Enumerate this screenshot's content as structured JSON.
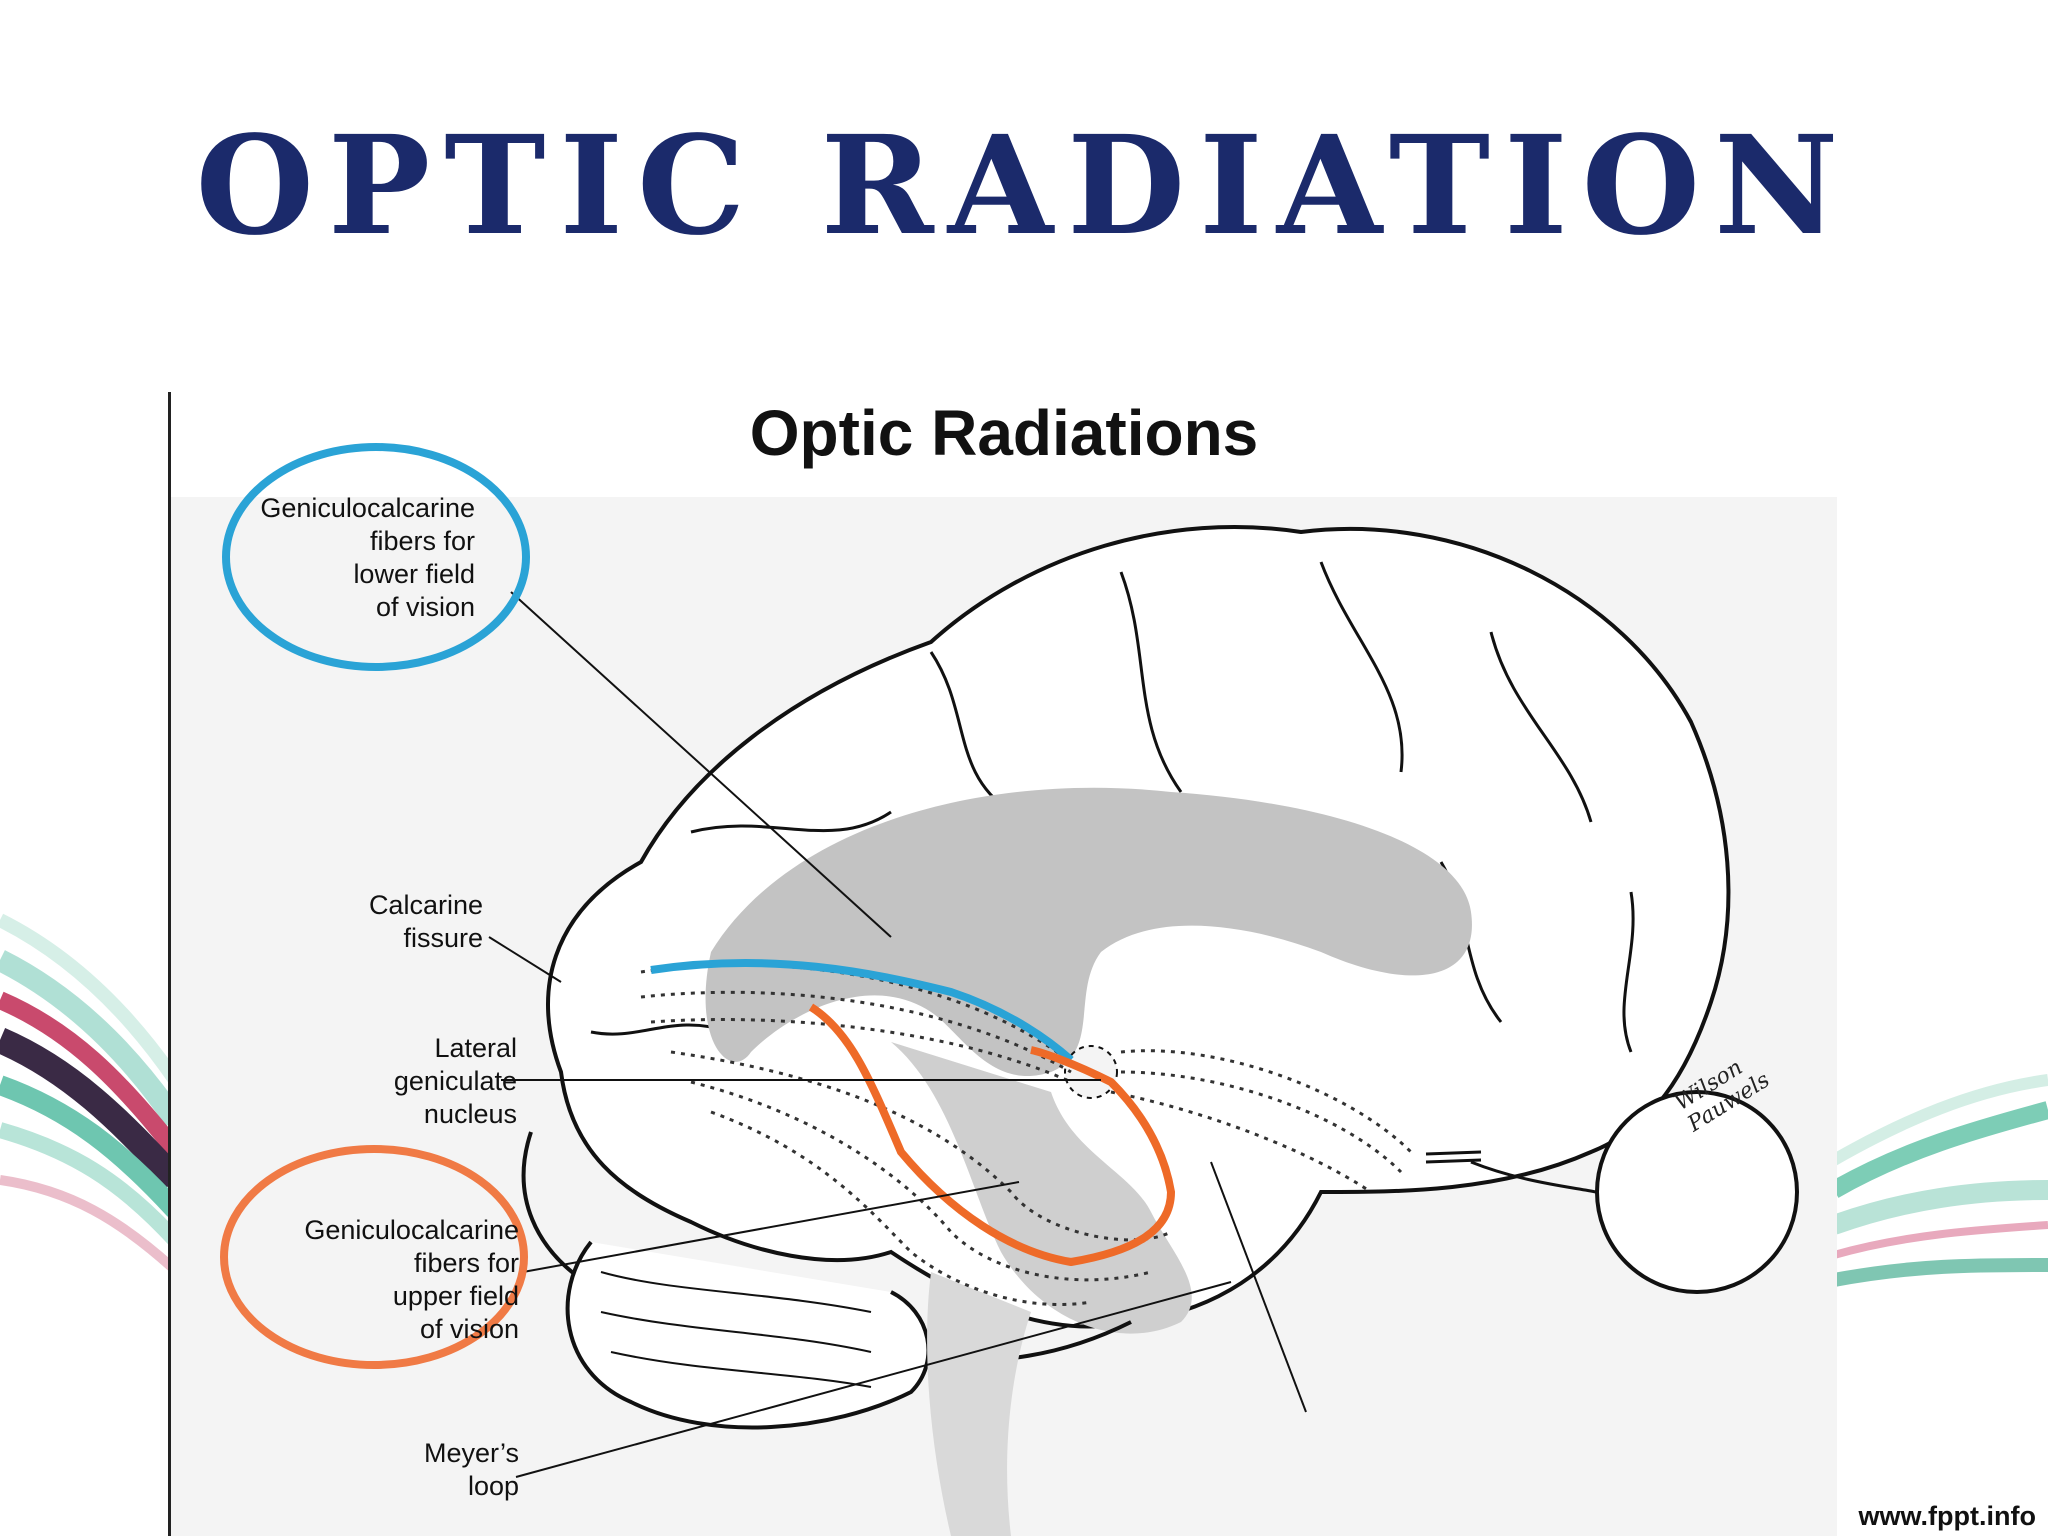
{
  "slide": {
    "title": "OPTIC RADIATION"
  },
  "figure": {
    "title": "Optic Radiations",
    "labels": {
      "lower_fibers": [
        "Geniculocalcarine",
        "fibers for",
        "lower field",
        "of vision"
      ],
      "calcarine": [
        "Calcarine",
        "fissure"
      ],
      "lgn": [
        "Lateral",
        "geniculate",
        "nucleus"
      ],
      "upper_fibers": [
        "Geniculocalcarine",
        "fibers for",
        "upper field",
        "of vision"
      ],
      "meyer": [
        "Meyer’s",
        "loop"
      ]
    },
    "artist_signature": "Wilson Pauwels",
    "highlight_colors": {
      "lower_field": "#2aa3d6",
      "upper_field": "#f07a45",
      "orange_tract": "#ee6a28"
    }
  },
  "footer": {
    "site": "www.fppt.info"
  }
}
